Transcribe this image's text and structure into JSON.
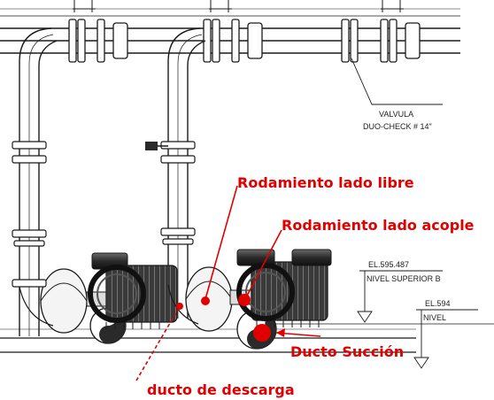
{
  "drawing": {
    "valve_note_line1": "VALVULA",
    "valve_note_line2": "DUO-CHECK # 14\"",
    "elev_upper": "EL.595.487",
    "level_upper": "NIVEL SUPERIOR B",
    "elev_lower": "EL.594",
    "level_lower": "NIVEL"
  },
  "annotations": {
    "free_side_bearing": "Rodamiento lado libre",
    "coupling_side_bearing": "Rodamiento lado acople",
    "suction_duct": "Ducto Succión",
    "discharge_duct": "ducto de descarga"
  },
  "colors": {
    "annotation": "#e00000",
    "linework": "#1a1a1a",
    "motor_dark": "#2b2b2b"
  }
}
